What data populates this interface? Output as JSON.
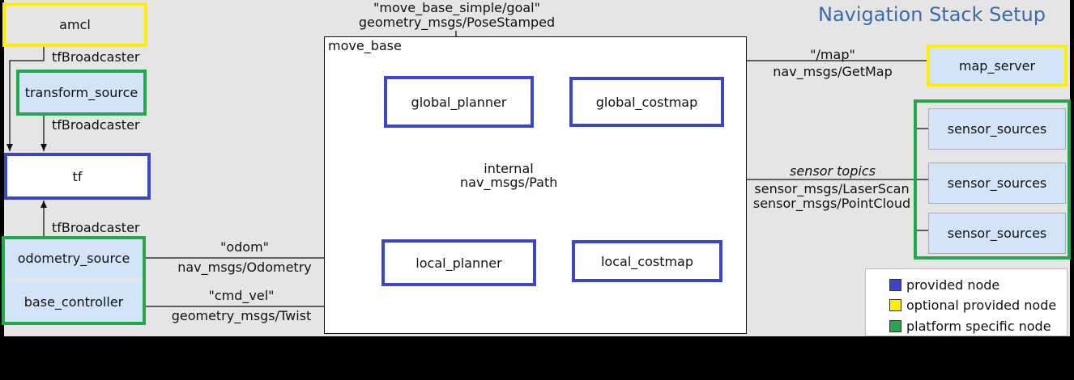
{
  "title": "Navigation Stack Setup",
  "colors": {
    "provided": "#3b45c8",
    "optional": "#ffee00",
    "platform": "#23a84a",
    "canvas": "#e5e5e5",
    "node_fill": "#d3e4f8"
  },
  "nodes": {
    "amcl": "amcl",
    "transform_source": "transform_source",
    "tf": "tf",
    "odometry_source": "odometry_source",
    "base_controller": "base_controller",
    "move_base": "move_base",
    "global_planner": "global_planner",
    "global_costmap": "global_costmap",
    "local_planner": "local_planner",
    "local_costmap": "local_costmap",
    "map_server": "map_server",
    "sensor_sources": [
      "sensor_sources",
      "sensor_sources",
      "sensor_sources"
    ]
  },
  "labels": {
    "tf_broadcaster_1": "tfBroadcaster",
    "tf_broadcaster_2": "tfBroadcaster",
    "tf_broadcaster_3": "tfBroadcaster",
    "goal_topic": "\"move_base_simple/goal\"",
    "goal_type": "geometry_msgs/PoseStamped",
    "map_topic": "\"/map\"",
    "map_type": "nav_msgs/GetMap",
    "path_line1": "internal",
    "path_line2": "nav_msgs/Path",
    "sensor_topics": "sensor topics",
    "sensor_type1": "sensor_msgs/LaserScan",
    "sensor_type2": "sensor_msgs/PointCloud",
    "odom_topic": "\"odom\"",
    "odom_type": "nav_msgs/Odometry",
    "cmd_topic": "\"cmd_vel\"",
    "cmd_type": "geometry_msgs/Twist"
  },
  "legend": [
    {
      "label": "provided node",
      "color": "#3b45c8"
    },
    {
      "label": "optional provided node",
      "color": "#ffee00"
    },
    {
      "label": "platform specific node",
      "color": "#23a84a"
    }
  ]
}
